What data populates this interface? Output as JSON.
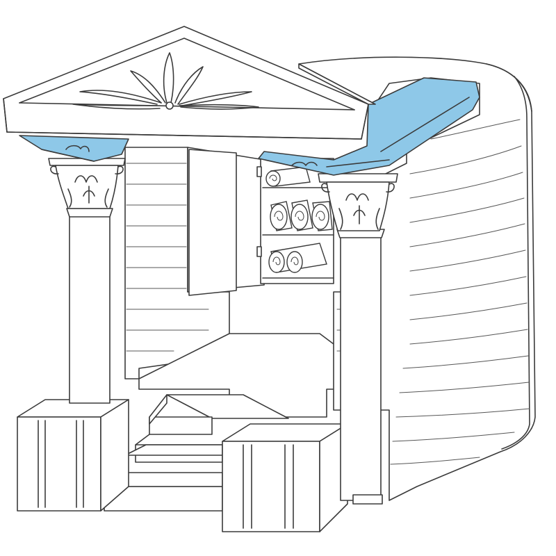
{
  "diagram": {
    "subject": "",
    "highlight_color": "#8ec8e8",
    "line_color": "#3a3a3a",
    "background": "#ffffff",
    "parts": {
      "pediment": "pediment-with-rosette",
      "entablature_left": "highlighted-architrave-left",
      "entablature_right": "highlighted-cornice-right",
      "columns": [
        "left-column",
        "right-column"
      ],
      "capitals": [
        "left-corinthian-capital",
        "right-corinthian-capital"
      ],
      "niche": "scroll-niche",
      "shelves": 3,
      "scroll_rows": [
        1,
        3,
        2
      ],
      "steps": 3,
      "wall": "curved-ashlar-wall"
    }
  }
}
